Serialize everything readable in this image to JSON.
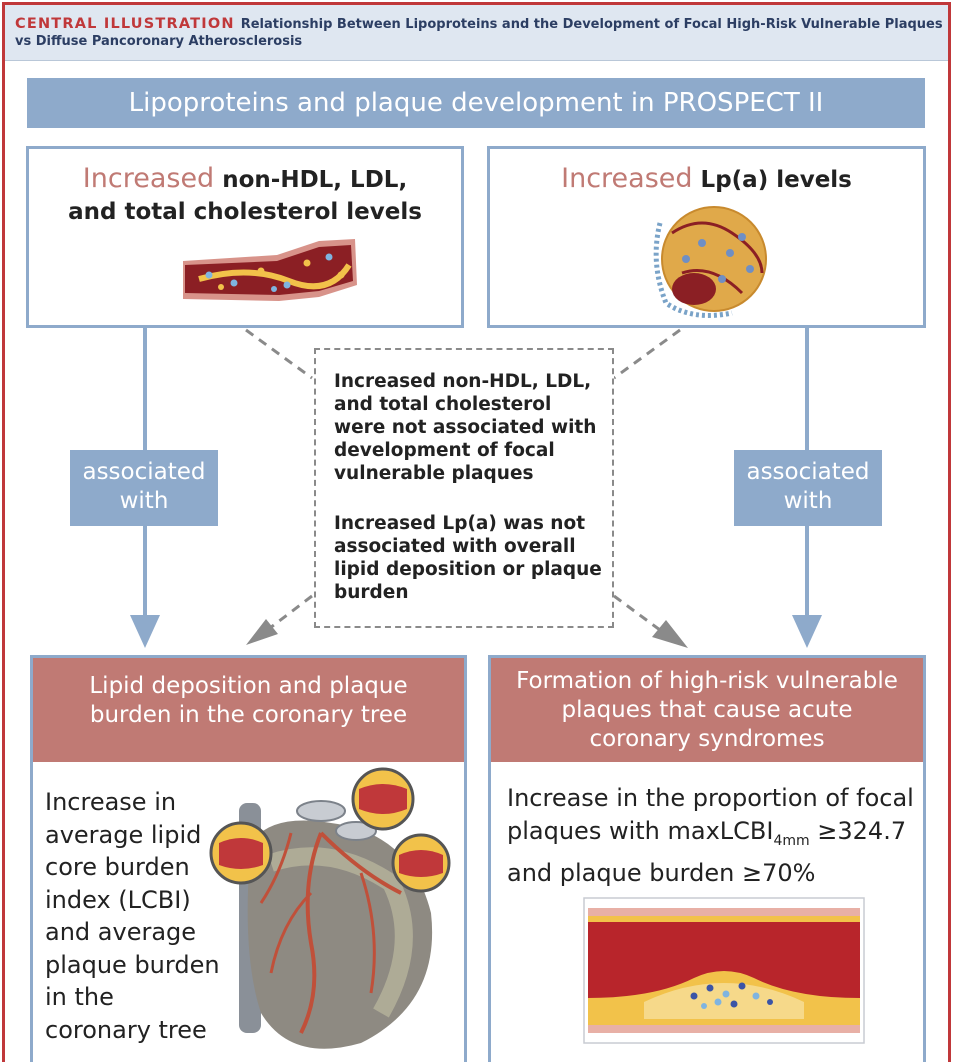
{
  "header": {
    "label": "CENTRAL ILLUSTRATION",
    "title": "Relationship Between Lipoproteins and the Development of Focal High-Risk Vulnerable Plaques vs Diffuse Pancoronary Atherosclerosis"
  },
  "banner": {
    "title": "Lipoproteins and plaque development in PROSPECT II"
  },
  "top_left": {
    "accent": "Increased",
    "line1": "non-HDL, LDL,",
    "line2": "and total cholesterol levels"
  },
  "top_right": {
    "accent": "Increased",
    "line1": "Lp(a) levels"
  },
  "left_association": {
    "line1": "associated",
    "line2": "with"
  },
  "right_association": {
    "line1": "associated",
    "line2": "with"
  },
  "center_note": {
    "paragraph1": "Increased non-HDL, LDL, and total cholesterol were not associated with development of focal vulnerable plaques",
    "paragraph2": "Increased Lp(a) was not associated with overall lipid deposition or plaque burden"
  },
  "bottom_left": {
    "heading_line1": "Lipid deposition and plaque",
    "heading_line2": "burden in the coronary tree",
    "body": [
      "Increase in",
      "average lipid",
      "core burden",
      "index (LCBI)",
      "and average",
      "plaque burden",
      "in the",
      "coronary tree"
    ]
  },
  "bottom_right": {
    "heading_line1": "Formation of high-risk vulnerable",
    "heading_line2": "plaques that cause acute",
    "heading_line3": "coronary syndromes",
    "body_line1": "Increase in the proportion of focal",
    "body_line2_pre": "plaques with maxLCBI",
    "body_line2_sub": "4mm",
    "body_line2_post": " ≥324.7",
    "body_line3": "and plaque burden ≥70%"
  },
  "colors": {
    "accent_red": "#c0383a",
    "muted_red": "#c07a74",
    "steel_blue": "#8eaacb",
    "header_bg": "#dfe7f1"
  },
  "icons": [
    "artery-cross-section-icon",
    "lipoprotein-a-particle-icon",
    "heart-coronary-tree-icon",
    "vulnerable-plaque-artery-icon"
  ]
}
